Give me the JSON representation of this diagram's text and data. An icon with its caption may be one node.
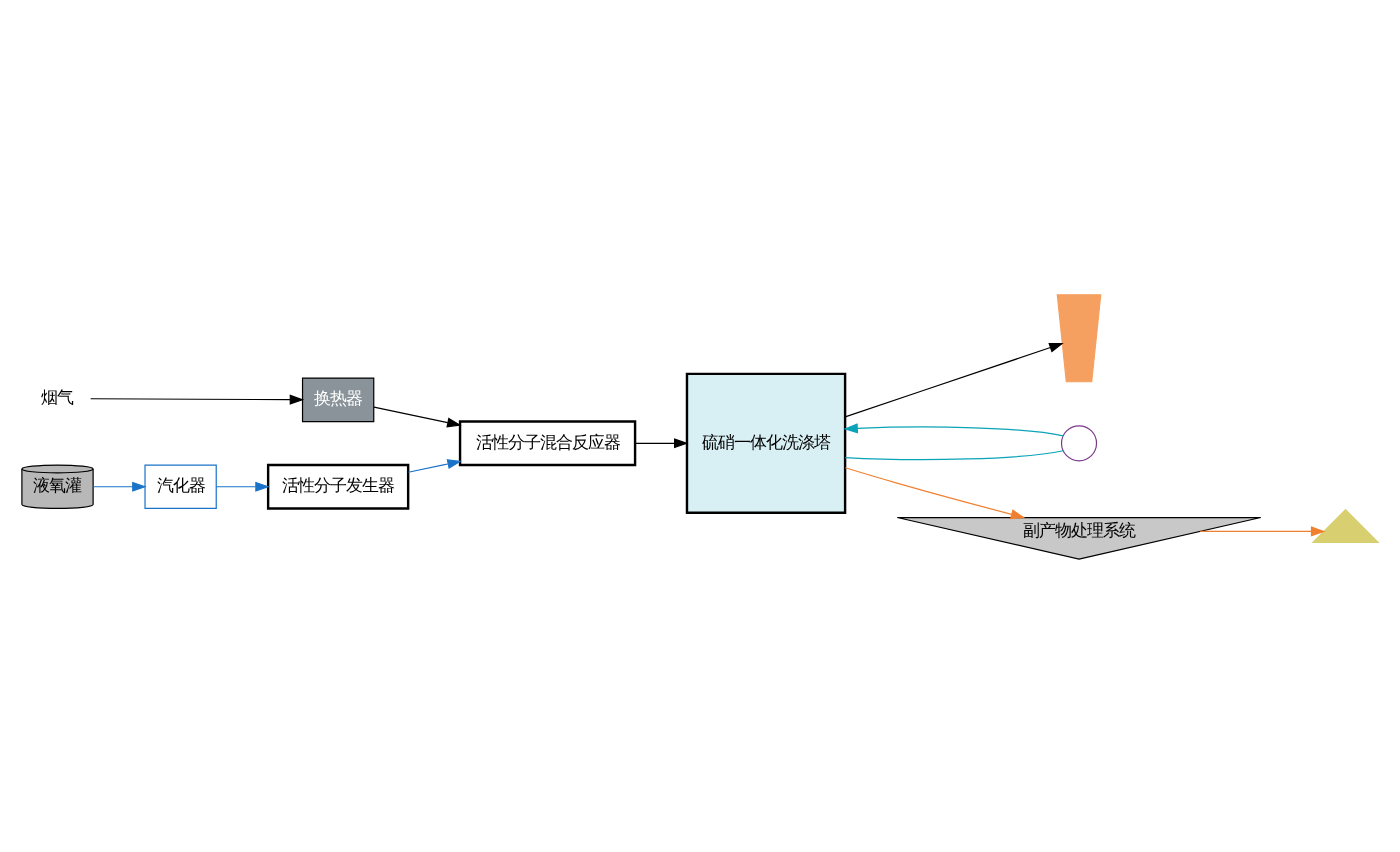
{
  "diagram": {
    "nodes": [
      {
        "text": [
          "烟气"
        ]
      },
      {
        "text": [
          "换热器"
        ]
      },
      {
        "text": [
          "液氧灌"
        ]
      },
      {
        "text": [
          "汽化器"
        ]
      },
      {
        "text": [
          "活性分子发生器"
        ]
      },
      {
        "text": [
          "活性分子混合反应器"
        ]
      },
      {
        "text": [
          "硫硝一体化洗涤塔"
        ]
      },
      {
        "text": [],
        "shape": "chimney"
      },
      {
        "text": [],
        "shape": "circle"
      },
      {
        "text": [
          "副产物处理系统"
        ]
      },
      {
        "text": [],
        "shape": "pile"
      }
    ],
    "edges": [
      {
        "from": 0,
        "to": 1,
        "arrow": "to"
      },
      {
        "from": 1,
        "to": 5,
        "arrow": "to"
      },
      {
        "from": 2,
        "to": 3,
        "arrow": "to",
        "color": "#1a73c8"
      },
      {
        "from": 3,
        "to": 4,
        "arrow": "to",
        "color": "#1a73c8"
      },
      {
        "from": 4,
        "to": 5,
        "arrow": "to",
        "color": "#1a73c8"
      },
      {
        "from": 5,
        "to": 6,
        "arrow": "to"
      },
      {
        "from": 6,
        "to": 7,
        "arrow": "to"
      },
      {
        "from": 6,
        "to": 8,
        "arrow": "none",
        "color": "#0aa3b8"
      },
      {
        "from": 8,
        "to": 6,
        "arrow": "to",
        "color": "#0aa3b8"
      },
      {
        "from": 6,
        "to": 9,
        "arrow": "to",
        "color": "#f08030"
      },
      {
        "from": 9,
        "to": 10,
        "arrow": "to",
        "color": "#f08030"
      }
    ]
  }
}
